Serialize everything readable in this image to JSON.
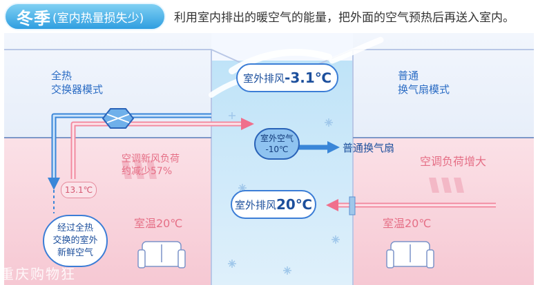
{
  "header": {
    "title_main": "冬季",
    "title_sub": "(室内热量损失少)",
    "description": "利用室内排出的暖空气的能量，把外面的空气预热后再送入室内。"
  },
  "left_room": {
    "mode_label_line1": "全热",
    "mode_label_line2": "交换器模式",
    "load_note_line1": "空调新风负荷",
    "load_note_line2": "约减少57%",
    "supply_temp": "13.1℃",
    "supply_note_line1": "经过全热",
    "supply_note_line2": "交换的室外",
    "supply_note_line3": "新鲜空气",
    "room_temp": "室温20℃"
  },
  "center": {
    "exhaust_top_prefix": "室外排风",
    "exhaust_top_value": "-3.1℃",
    "outdoor_air_line1": "室外空气",
    "outdoor_air_line2": "-10℃",
    "fan_label": "普通换气扇",
    "exhaust_bottom_prefix": "室外排风",
    "exhaust_bottom_value": "20℃"
  },
  "right_room": {
    "mode_label_line1": "普通",
    "mode_label_line2": "换气扇模式",
    "load_note": "空调负荷增大",
    "room_temp": "室温20℃"
  },
  "watermark": "重庆购物狂",
  "colors": {
    "title_blue": "#2f9ee0",
    "text_blue": "#2b6cc4",
    "warm_arrow": "#f06f8c",
    "cold_arrow": "#3a86d8",
    "room_pink": "#f9d7df",
    "outdoor_blue": "#d6ecfa"
  }
}
